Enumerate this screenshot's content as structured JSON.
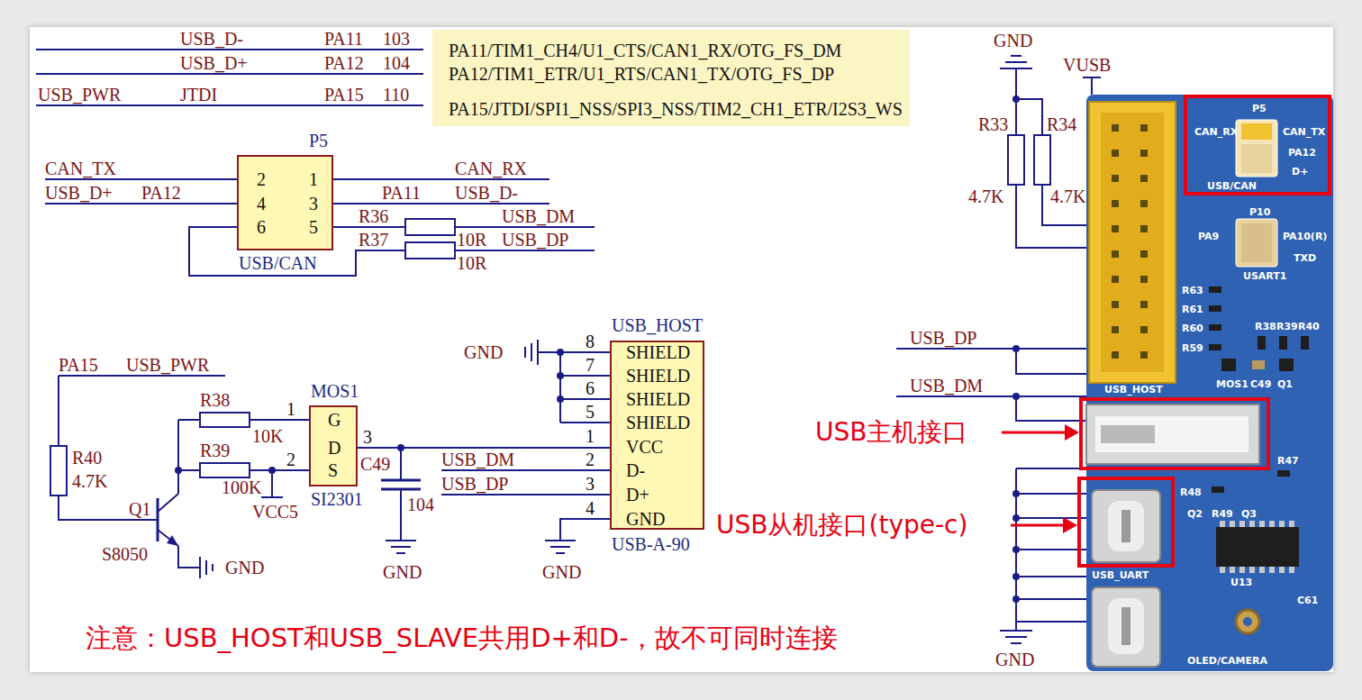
{
  "diagram": {
    "nodes": [
      {
        "text": [
          "PA11/TIM1_CH4/U1_CTS/CAN1_RX/OTG_FS_DM",
          "PA12/TIM1_ETR/U1_RTS/CAN1_TX/OTG_FS_DP",
          "PA15/JTDI/SPI1_NSS/SPI3_NSS/TIM2_CH1_ETR/I2S3_WS"
        ]
      },
      {
        "text": [
          "P5",
          "2",
          "1",
          "4",
          "3",
          "6",
          "5",
          "USB/CAN"
        ]
      },
      {
        "text": [
          "MOS1",
          "G",
          "D",
          "S",
          "SI2301"
        ]
      },
      {
        "text": [
          "USB_HOST",
          "SHIELD",
          "SHIELD",
          "SHIELD",
          "SHIELD",
          "VCC",
          "D-",
          "D+",
          "GND",
          "USB-A-90"
        ]
      }
    ],
    "edges": [
      {
        "from": 2,
        "to": 3,
        "arrow": "none"
      }
    ],
    "labels": [
      "USB_D-",
      "PA11",
      "103",
      "USB_D+",
      "PA12",
      "104",
      "USB_PWR",
      "JTDI",
      "PA15",
      "110",
      "CAN_TX",
      "USB_D+",
      "PA12",
      "CAN_RX",
      "PA11",
      "USB_D-",
      "R36",
      "USB_DM",
      "R37",
      "10R",
      "USB_DP",
      "10R",
      "PA15",
      "USB_PWR",
      "R38",
      "10K",
      "R39",
      "100K",
      "1",
      "2",
      "VCC5",
      "R40",
      "4.7K",
      "Q1",
      "S8050",
      "GND",
      "3",
      "C49",
      "104",
      "GND",
      "GND",
      "USB_DM",
      "USB_DP",
      "8",
      "7",
      "6",
      "5",
      "1",
      "2",
      "3",
      "4",
      "GND",
      "注意：USB_HOST和USB_SLAVE共用D+和D-，故不可同时连接",
      "GND",
      "VUSB",
      "R33",
      "R34",
      "4.7K",
      "4.7K",
      "USB_DP",
      "USB_DM",
      "GND",
      "USB主机接口",
      "USB从机接口(type-c)",
      "P5",
      "CAN_RX",
      "CAN_TX",
      "PA12",
      "D+",
      "USB/CAN",
      "P10",
      "PA9",
      "PA10(R)",
      "TXD",
      "USART1",
      "R63",
      "R61",
      "R60",
      "R59",
      "R38",
      "R39",
      "R40",
      "MOS1",
      "C49",
      "Q1",
      "USB_HOST",
      "R47",
      "R48",
      "Q2",
      "R49",
      "Q3",
      "USB_UART",
      "U13",
      "C61",
      "OLED/CAMERA"
    ]
  }
}
